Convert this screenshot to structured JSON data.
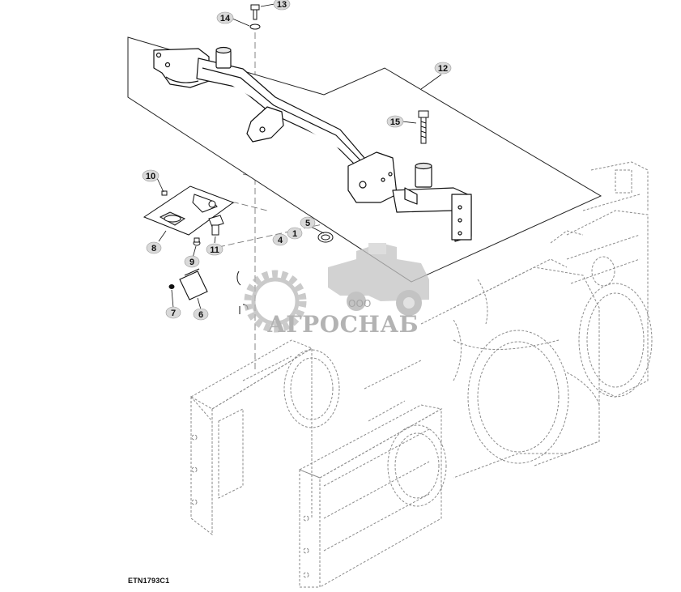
{
  "diagram": {
    "figure_id": "ETN1793C1",
    "callouts": [
      {
        "label": "13"
      },
      {
        "label": "14"
      },
      {
        "label": "12"
      },
      {
        "label": "15"
      },
      {
        "label": "10"
      },
      {
        "label": "8"
      },
      {
        "label": "9"
      },
      {
        "label": "11"
      },
      {
        "label": "5"
      },
      {
        "label": "1"
      },
      {
        "label": "4"
      },
      {
        "label": "7"
      },
      {
        "label": "6"
      }
    ]
  },
  "watermark": {
    "company_small": "ООО",
    "company_name": "АГРОСНАБ",
    "color": "#b9b9b9"
  },
  "colors": {
    "line": "#111111",
    "dashed": "#777777",
    "callout_fill": "#d9d9d9"
  }
}
